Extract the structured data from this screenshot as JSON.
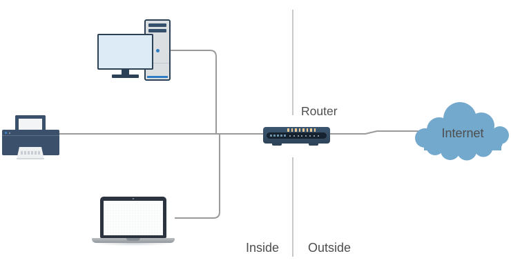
{
  "labels": {
    "router": "Router",
    "inside": "Inside",
    "outside": "Outside",
    "internet": "Internet"
  },
  "router": {
    "port_count": 8,
    "led_count": 8
  },
  "devices": [
    {
      "name": "desktop-computer",
      "zone": "Inside"
    },
    {
      "name": "printer",
      "zone": "Inside"
    },
    {
      "name": "laptop",
      "zone": "Inside"
    },
    {
      "name": "router",
      "zone": "boundary"
    },
    {
      "name": "internet-cloud",
      "zone": "Outside"
    }
  ],
  "colors": {
    "outline_navy": "#2d4156",
    "bar_navy": "#35506b",
    "tower_gray": "#dcdfe2",
    "screen_blue": "#dcebf5",
    "accent_blue": "#2e7cc1",
    "printer_navy": "#3a506b",
    "led_blue": "#3f87d4",
    "laptop_dark": "#2b333e",
    "router_navy": "#2e4459",
    "router_navy_light": "#3c5670",
    "panel_dark": "#16222e",
    "panel_dash": "#6d93ad",
    "port_yellow": "#eecb93",
    "cloud_blue": "#74a9ce",
    "connector_gray": "#9a9a9a",
    "separator_gray": "#b0b0b0",
    "label_gray": "#4d4d4d"
  }
}
